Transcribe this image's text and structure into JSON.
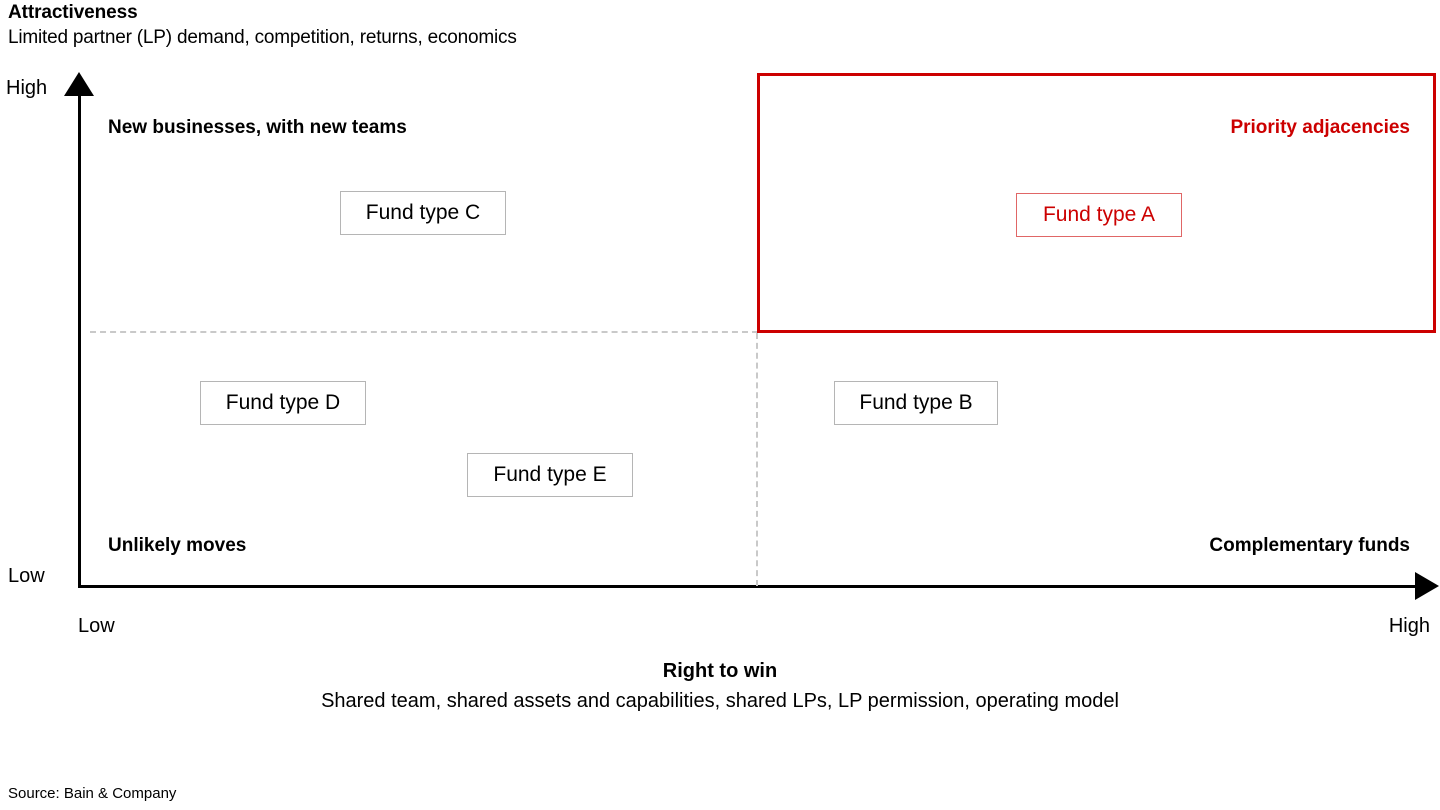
{
  "header": {
    "title": "Attractiveness",
    "subtitle": "Limited partner (LP) demand, competition, returns, economics"
  },
  "axes": {
    "y_high": "High",
    "y_low": "Low",
    "x_low": "Low",
    "x_high": "High",
    "x_title": "Right to win",
    "x_subtitle": "Shared team, shared assets and capabilities, shared LPs, LP permission, operating model"
  },
  "quadrants": {
    "top_left": "New businesses, with new teams",
    "top_right": "Priority adjacencies",
    "bottom_left": "Unlikely moves",
    "bottom_right": "Complementary funds"
  },
  "footer": {
    "source": "Source: Bain & Company"
  },
  "colors": {
    "accent_red": "#cc0000",
    "box_border": "#b5b5b5",
    "red_box_border": "#e06666",
    "divider": "#c9c9c9",
    "axis": "#000000"
  },
  "chart_data": {
    "type": "scatter",
    "title": "Attractiveness",
    "subtitle": "Limited partner (LP) demand, competition, returns, economics",
    "xlabel": "Right to win",
    "ylabel": "Attractiveness",
    "xlim": [
      0,
      100
    ],
    "ylim": [
      0,
      100
    ],
    "xticks": [
      "Low",
      "High"
    ],
    "yticks": [
      "Low",
      "High"
    ],
    "grid": false,
    "legend": "none",
    "quadrant_split": {
      "x": 50,
      "y": 50
    },
    "quadrant_labels": {
      "top_left": "New businesses, with new teams",
      "top_right": "Priority adjacencies",
      "bottom_left": "Unlikely moves",
      "bottom_right": "Complementary funds"
    },
    "highlight_region": {
      "label": "Priority adjacencies",
      "x_range": [
        50,
        100
      ],
      "y_range": [
        50,
        100
      ],
      "color": "#cc0000"
    },
    "points": [
      {
        "label": "Fund type A",
        "x": 70,
        "y": 77,
        "highlighted": true,
        "color": "#cc0000"
      },
      {
        "label": "Fund type B",
        "x": 57,
        "y": 40,
        "highlighted": false,
        "color": "#000000"
      },
      {
        "label": "Fund type C",
        "x": 32,
        "y": 78,
        "highlighted": false,
        "color": "#000000"
      },
      {
        "label": "Fund type D",
        "x": 11,
        "y": 40,
        "highlighted": false,
        "color": "#000000"
      },
      {
        "label": "Fund type E",
        "x": 31,
        "y": 26,
        "highlighted": false,
        "color": "#000000"
      }
    ],
    "annotations": [
      "Source: Bain & Company"
    ]
  }
}
